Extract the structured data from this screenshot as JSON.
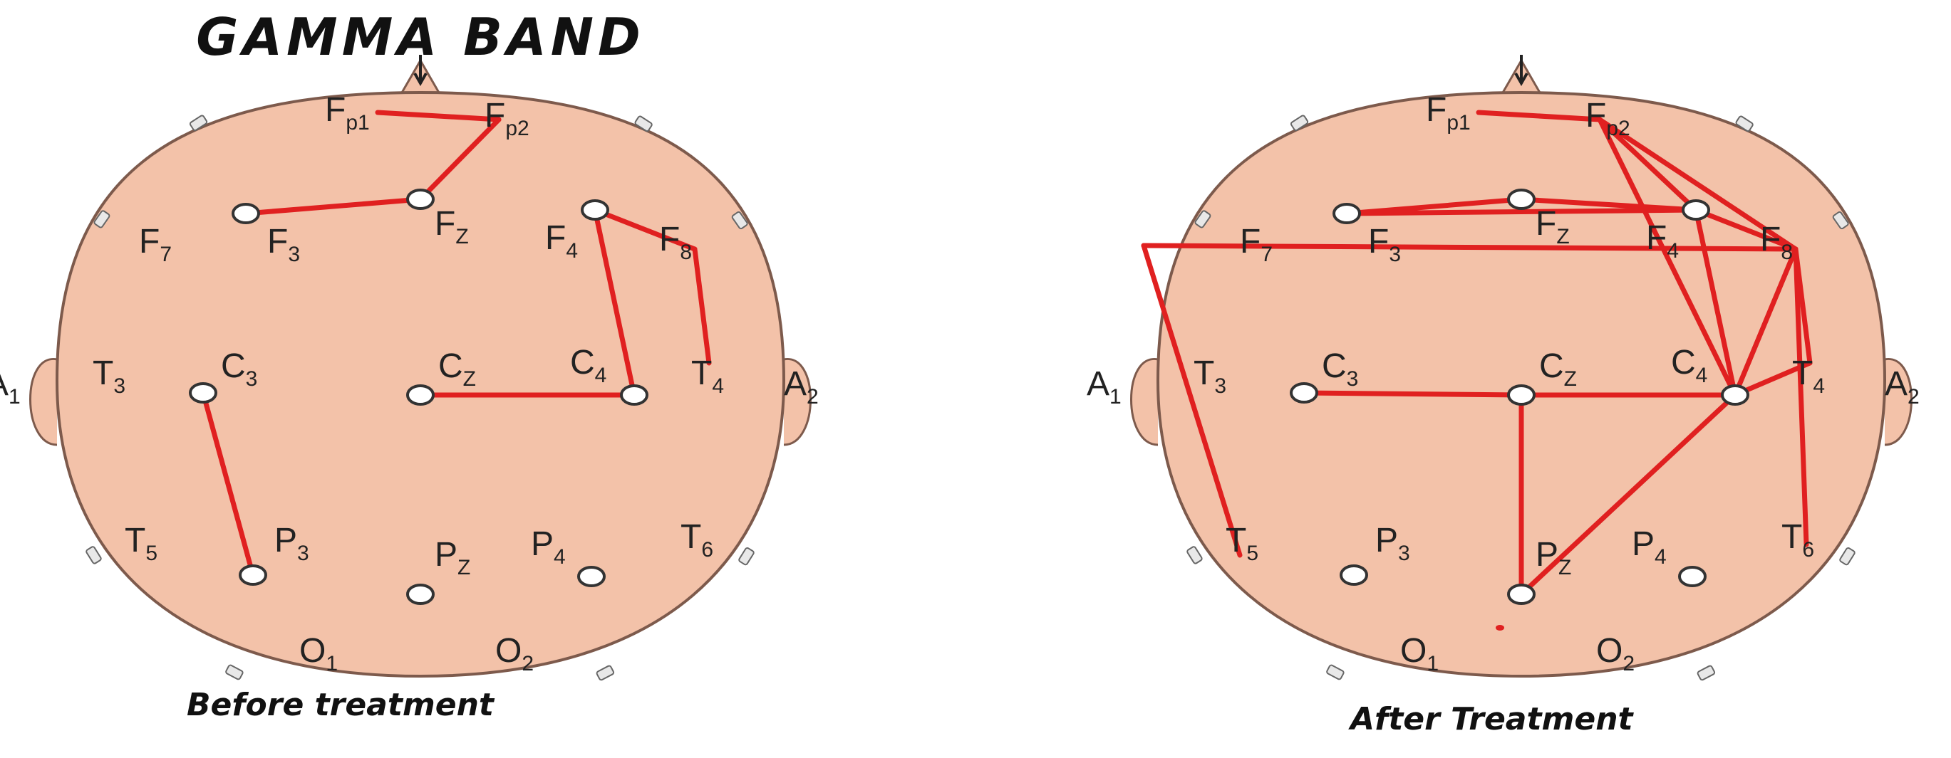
{
  "title": "GAMMA BAND",
  "colors": {
    "head": "#f3c2a9",
    "head_stroke": "#7d5a4c",
    "link": "#e02020",
    "electrode": "#ffffff"
  },
  "panels": [
    {
      "caption": "Before treatment",
      "connections": [
        [
          "Fp1",
          "Fp2"
        ],
        [
          "Fp2",
          "Fz"
        ],
        [
          "Fz",
          "F3"
        ],
        [
          "F4",
          "F8"
        ],
        [
          "F4",
          "C4"
        ],
        [
          "F8",
          "T4"
        ],
        [
          "Cz",
          "C4"
        ],
        [
          "C3",
          "P3"
        ]
      ],
      "dots": []
    },
    {
      "caption": "After Treatment",
      "connections": [
        [
          "Fp1",
          "Fp2"
        ],
        [
          "Fp2",
          "F4"
        ],
        [
          "Fp2",
          "F8"
        ],
        [
          "Fp2",
          "C4"
        ],
        [
          "F3",
          "Fz"
        ],
        [
          "Fz",
          "F4"
        ],
        [
          "F3",
          "F4"
        ],
        [
          "F7",
          "F8"
        ],
        [
          "F7",
          "T5"
        ],
        [
          "F4",
          "C4"
        ],
        [
          "F4",
          "F8"
        ],
        [
          "F8",
          "T4"
        ],
        [
          "F8",
          "T6"
        ],
        [
          "F8",
          "C4"
        ],
        [
          "C4",
          "T4"
        ],
        [
          "C3",
          "Cz"
        ],
        [
          "Cz",
          "C4"
        ],
        [
          "Cz",
          "Pz"
        ],
        [
          "Pz",
          "C4"
        ]
      ],
      "dots": [
        "O1-mark"
      ]
    }
  ],
  "electrodes": [
    {
      "id": "Fp1",
      "label": "F",
      "sub": "p1"
    },
    {
      "id": "Fp2",
      "label": "F",
      "sub": "p2"
    },
    {
      "id": "F7",
      "label": "F",
      "sub": "7"
    },
    {
      "id": "F3",
      "label": "F",
      "sub": "3"
    },
    {
      "id": "Fz",
      "label": "F",
      "sub": "Z"
    },
    {
      "id": "F4",
      "label": "F",
      "sub": "4"
    },
    {
      "id": "F8",
      "label": "F",
      "sub": "8"
    },
    {
      "id": "A1",
      "label": "A",
      "sub": "1"
    },
    {
      "id": "T3",
      "label": "T",
      "sub": "3"
    },
    {
      "id": "C3",
      "label": "C",
      "sub": "3"
    },
    {
      "id": "Cz",
      "label": "C",
      "sub": "Z"
    },
    {
      "id": "C4",
      "label": "C",
      "sub": "4"
    },
    {
      "id": "T4",
      "label": "T",
      "sub": "4"
    },
    {
      "id": "A2",
      "label": "A",
      "sub": "2"
    },
    {
      "id": "T5",
      "label": "T",
      "sub": "5"
    },
    {
      "id": "P3",
      "label": "P",
      "sub": "3"
    },
    {
      "id": "Pz",
      "label": "P",
      "sub": "Z"
    },
    {
      "id": "P4",
      "label": "P",
      "sub": "4"
    },
    {
      "id": "T6",
      "label": "T",
      "sub": "6"
    },
    {
      "id": "O1",
      "label": "O",
      "sub": "1"
    },
    {
      "id": "O2",
      "label": "O",
      "sub": "2"
    }
  ]
}
